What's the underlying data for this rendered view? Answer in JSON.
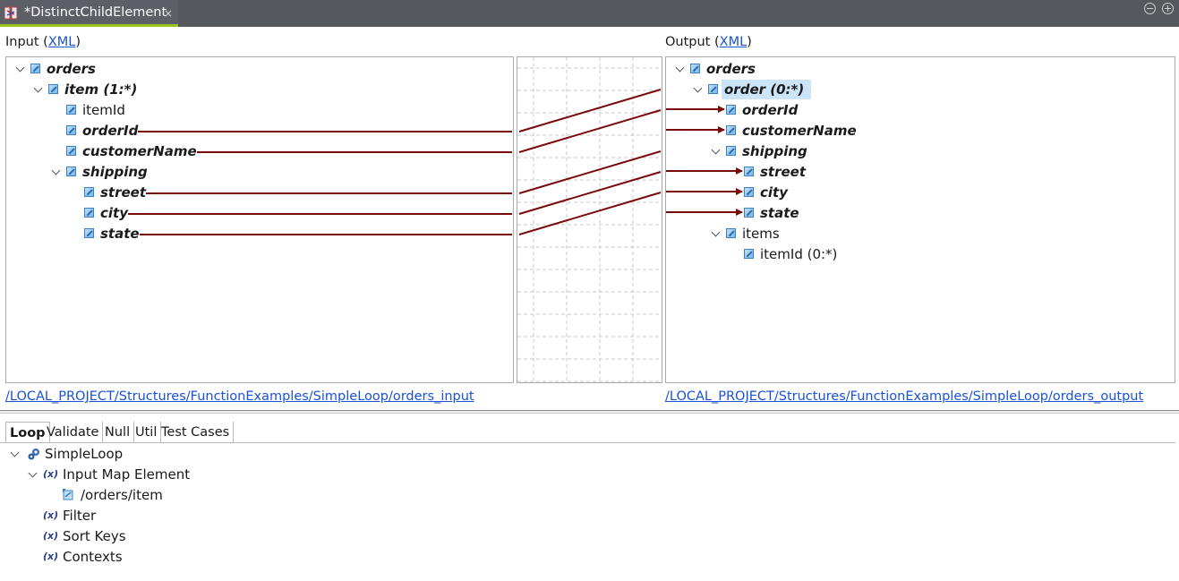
{
  "editor": {
    "tab_title": "*DistinctChildElement",
    "close_glyph": "×"
  },
  "input_pane": {
    "label_prefix": "Input (",
    "label_link": "XML",
    "label_suffix": ")",
    "path": "/LOCAL_PROJECT/Structures/FunctionExamples/SimpleLoop/orders_input",
    "tree": [
      {
        "label": "orders",
        "bold": true,
        "expanded": true
      },
      {
        "label": "item (1:*)",
        "bold": true,
        "expanded": true
      },
      {
        "label": "itemId",
        "bold": false
      },
      {
        "label": "orderId",
        "bold": true,
        "mapped": true
      },
      {
        "label": "customerName",
        "bold": true,
        "mapped": true
      },
      {
        "label": "shipping",
        "bold": true,
        "expanded": true
      },
      {
        "label": "street",
        "bold": true,
        "mapped": true
      },
      {
        "label": "city",
        "bold": true,
        "mapped": true
      },
      {
        "label": "state",
        "bold": true,
        "mapped": true
      }
    ]
  },
  "output_pane": {
    "label_prefix": "Output (",
    "label_link": "XML",
    "label_suffix": ")",
    "path": "/LOCAL_PROJECT/Structures/FunctionExamples/SimpleLoop/orders_output",
    "tree": [
      {
        "label": "orders",
        "bold": true,
        "expanded": true
      },
      {
        "label": "order (0:*)",
        "bold": true,
        "expanded": true,
        "selected": true
      },
      {
        "label": "orderId",
        "bold": true,
        "mapped": true
      },
      {
        "label": "customerName",
        "bold": true,
        "mapped": true
      },
      {
        "label": "shipping",
        "bold": true,
        "expanded": true
      },
      {
        "label": "street",
        "bold": true,
        "mapped": true
      },
      {
        "label": "city",
        "bold": true,
        "mapped": true
      },
      {
        "label": "state",
        "bold": true,
        "mapped": true
      },
      {
        "label": "items",
        "bold": false,
        "expanded": true
      },
      {
        "label": "itemId (0:*)",
        "bold": false
      }
    ]
  },
  "mappings": [
    {
      "from": "orderId",
      "to": "orderId"
    },
    {
      "from": "customerName",
      "to": "customerName"
    },
    {
      "from": "street",
      "to": "street"
    },
    {
      "from": "city",
      "to": "city"
    },
    {
      "from": "state",
      "to": "state"
    }
  ],
  "colors": {
    "mapping_line": "#7a0a0a",
    "tab_accent": "#9ac21a",
    "selection": "#cce4f7"
  },
  "bottom_tabs": [
    "Loop",
    "Validate",
    "Null",
    "Util",
    "Test Cases"
  ],
  "active_bottom_tab": "Loop",
  "loop_tree": {
    "root": "SimpleLoop",
    "input_map_element": "Input Map Element",
    "input_path": "/orders/item",
    "filter": "Filter",
    "sort_keys": "Sort Keys",
    "contexts": "Contexts",
    "var_glyph": "(x)"
  }
}
